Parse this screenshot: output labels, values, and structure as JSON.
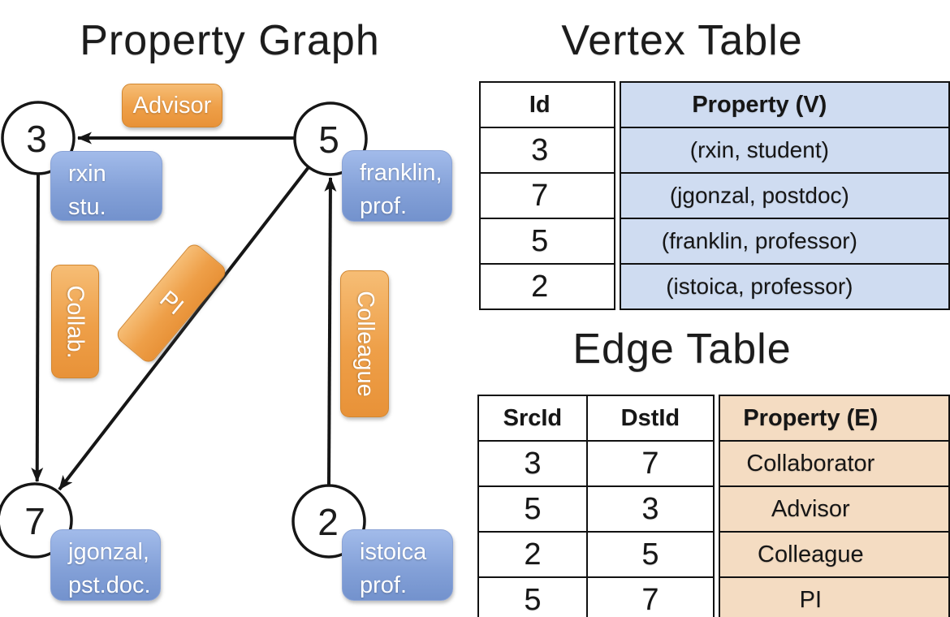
{
  "graph": {
    "title": "Property Graph",
    "nodes": [
      {
        "id": "3",
        "label_line1": "rxin",
        "label_line2": "stu."
      },
      {
        "id": "5",
        "label_line1": "franklin,",
        "label_line2": "prof."
      },
      {
        "id": "7",
        "label_line1": "jgonzal,",
        "label_line2": "pst.doc."
      },
      {
        "id": "2",
        "label_line1": "istoica",
        "label_line2": "prof."
      }
    ],
    "edge_labels": {
      "advisor": "Advisor",
      "collab": "Collab.",
      "pi": "PI",
      "colleague": "Colleague"
    }
  },
  "vertex_table": {
    "title": "Vertex Table",
    "columns": [
      "Id",
      "Property (V)"
    ],
    "rows": [
      [
        "3",
        "(rxin, student)"
      ],
      [
        "7",
        "(jgonzal, postdoc)"
      ],
      [
        "5",
        "(franklin, professor)"
      ],
      [
        "2",
        "(istoica, professor)"
      ]
    ]
  },
  "edge_table": {
    "title": "Edge Table",
    "columns": [
      "SrcId",
      "DstId",
      "Property (E)"
    ],
    "rows": [
      [
        "3",
        "7",
        "Collaborator"
      ],
      [
        "5",
        "3",
        "Advisor"
      ],
      [
        "2",
        "5",
        "Colleague"
      ],
      [
        "5",
        "7",
        "PI"
      ]
    ]
  },
  "colors": {
    "vertex_property_cell_bg": "#cfdcf1",
    "edge_property_cell_bg": "#f4dcc2",
    "edge_label_orange": "#ee9f48",
    "vertex_label_blue": "#84a1d8",
    "line_black": "#161616",
    "background": "#ffffff"
  }
}
